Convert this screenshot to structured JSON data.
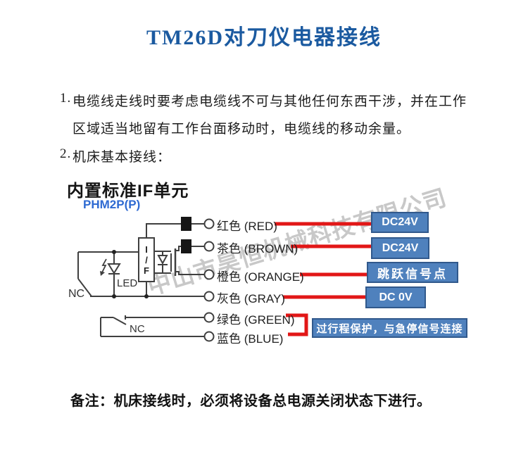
{
  "title": "TM26D对刀仪电器接线",
  "instructions": {
    "items": [
      {
        "no": "1.",
        "lines": [
          "电缆线走线时要考虑电缆线不可与其他任何东西干涉，并在工作",
          "区域适当地留有工作台面移动时，电缆线的移动余量。"
        ]
      },
      {
        "no": "2.",
        "lines": [
          "机床基本接线："
        ]
      }
    ]
  },
  "diagram": {
    "heading": "内置标准IF单元",
    "model": "PHM2P(P)",
    "unit_label": {
      "l1": "I",
      "l2": "/",
      "l3": "F"
    },
    "led_label": "LED",
    "nc_left_label": "NC",
    "nc_bottom_label": "NC",
    "watermark": "中山市昊恒机械科技有限公司",
    "wires": [
      {
        "id": "red",
        "label": "红色 (RED)"
      },
      {
        "id": "brown",
        "label": "茶色 (BROWN)"
      },
      {
        "id": "orange",
        "label": "橙色 (ORANGE)"
      },
      {
        "id": "gray",
        "label": "灰色 (GRAY)"
      },
      {
        "id": "green",
        "label": "绿色 (GREEN)"
      },
      {
        "id": "blue",
        "label": "蓝色 (BLUE)"
      }
    ],
    "connections": [
      {
        "label": "DC24V"
      },
      {
        "label": "DC24V"
      },
      {
        "label": "跳跃信号点"
      },
      {
        "label": "DC 0V"
      },
      {
        "label": "过行程保护，与急停信号连接"
      }
    ],
    "colors": {
      "title_blue": "#1b5aa0",
      "model_blue": "#2e6ad2",
      "box_fill": "#4f81bd",
      "box_border": "#31598c",
      "red_line": "#e21717",
      "circuit_line": "#3f3f3f",
      "watermark_gray": "#919191"
    }
  },
  "note": "备注：机床接线时，必须将设备总电源关闭状态下进行。"
}
